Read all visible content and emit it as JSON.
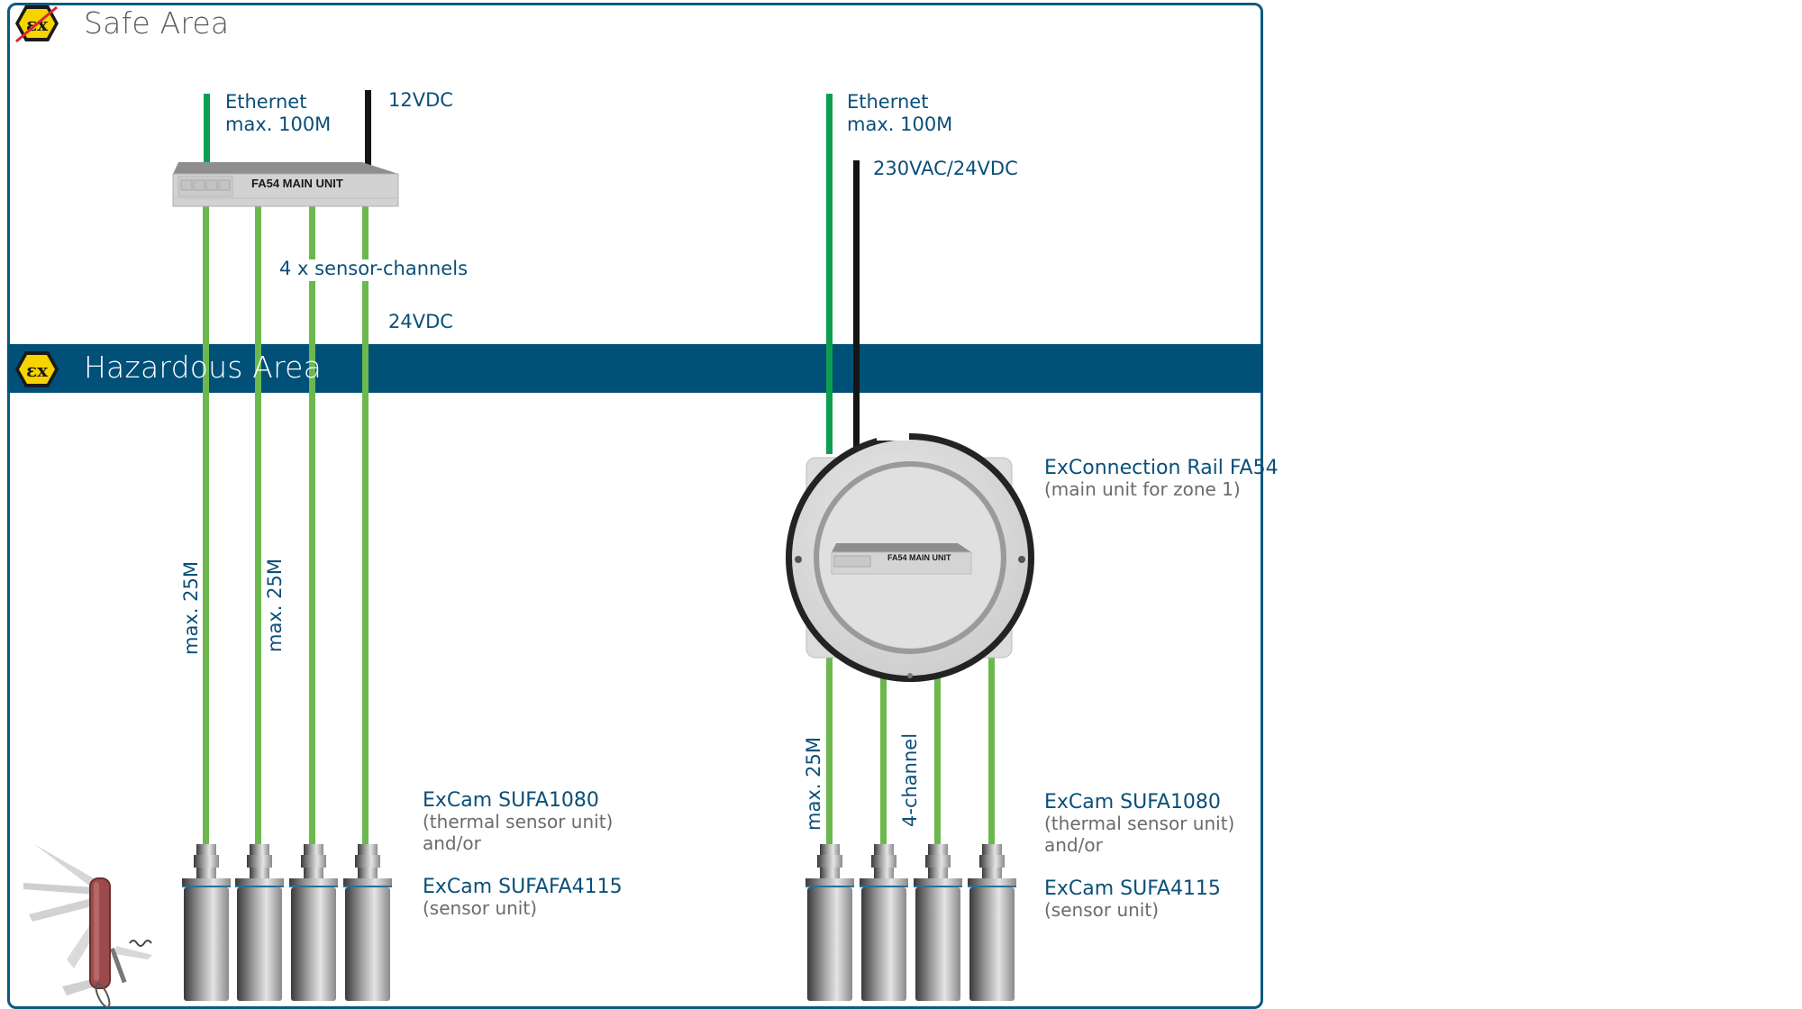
{
  "zones": {
    "safe": {
      "title": "Safe Area",
      "icon": "ex-crossed-out-icon"
    },
    "hazardous": {
      "title": "Hazardous Area",
      "icon": "ex-atex-icon"
    }
  },
  "colors": {
    "frame": "#0b5a80",
    "hazard_bar": "#005078",
    "label_text": "#0a4f78",
    "sub_text": "#6b6b6b",
    "ethernet_cable": "#0e9e50",
    "sensor_cable": "#6cb84f",
    "power_cable": "#151515",
    "ex_icon_fill": "#f6d400"
  },
  "left_system": {
    "ethernet_label": [
      "Ethernet",
      "max. 100M"
    ],
    "power_label": "12VDC",
    "main_unit_label": "FA54 MAIN UNIT",
    "channels_label": "4 x sensor-channels",
    "sensor_power_label": "24VDC",
    "cable_length_labels": [
      "max. 25M",
      "max. 25M"
    ],
    "sensor_count": 4,
    "product_a_title": "ExCam SUFA1080",
    "product_a_sub": "(thermal sensor unit)",
    "conjunction": "and/or",
    "product_b_title": "ExCam SUFAFA4115",
    "product_b_sub": "(sensor unit)",
    "accessory_icon": "swiss-army-knife-icon"
  },
  "right_system": {
    "ethernet_label": [
      "Ethernet",
      "max. 100M"
    ],
    "power_label": "230VAC/24VDC",
    "enclosure_title": "ExConnection Rail FA54",
    "enclosure_sub": "(main unit for zone 1)",
    "main_unit_label": "FA54 MAIN UNIT",
    "cable_length_label": "max. 25M",
    "channels_label": "4-channel",
    "sensor_count": 4,
    "product_a_title": "ExCam SUFA1080",
    "product_a_sub": "(thermal sensor unit)",
    "conjunction": "and/or",
    "product_b_title": "ExCam SUFA4115",
    "product_b_sub": "(sensor unit)"
  }
}
